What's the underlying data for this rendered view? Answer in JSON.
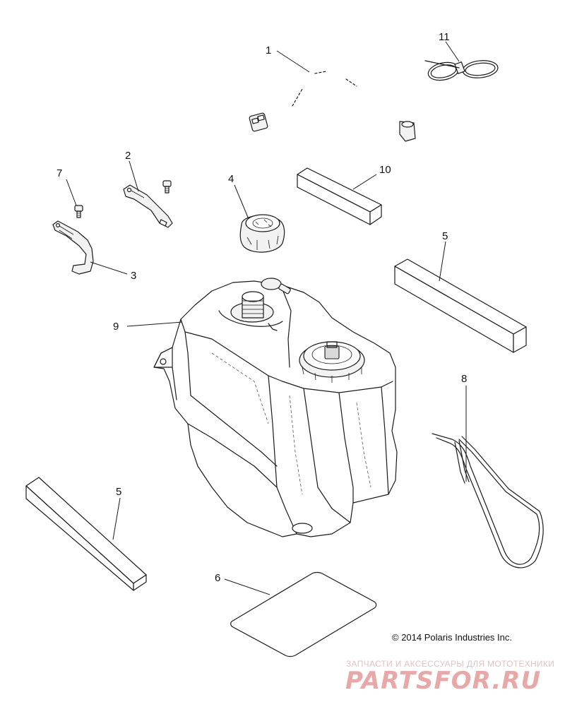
{
  "callouts": {
    "c1": "1",
    "c2": "2",
    "c3": "3",
    "c4": "4",
    "c5a": "5",
    "c5b": "5",
    "c6": "6",
    "c7": "7",
    "c8": "8",
    "c9": "9",
    "c10": "10",
    "c11": "11"
  },
  "copyright": "© 2014 Polaris Industries Inc.",
  "watermark": {
    "tagline": "ЗАПЧАСТИ И АКСЕССУАРЫ ДЛЯ МОТОТЕХНИКИ",
    "logo": "PARTSFOR.RU"
  }
}
